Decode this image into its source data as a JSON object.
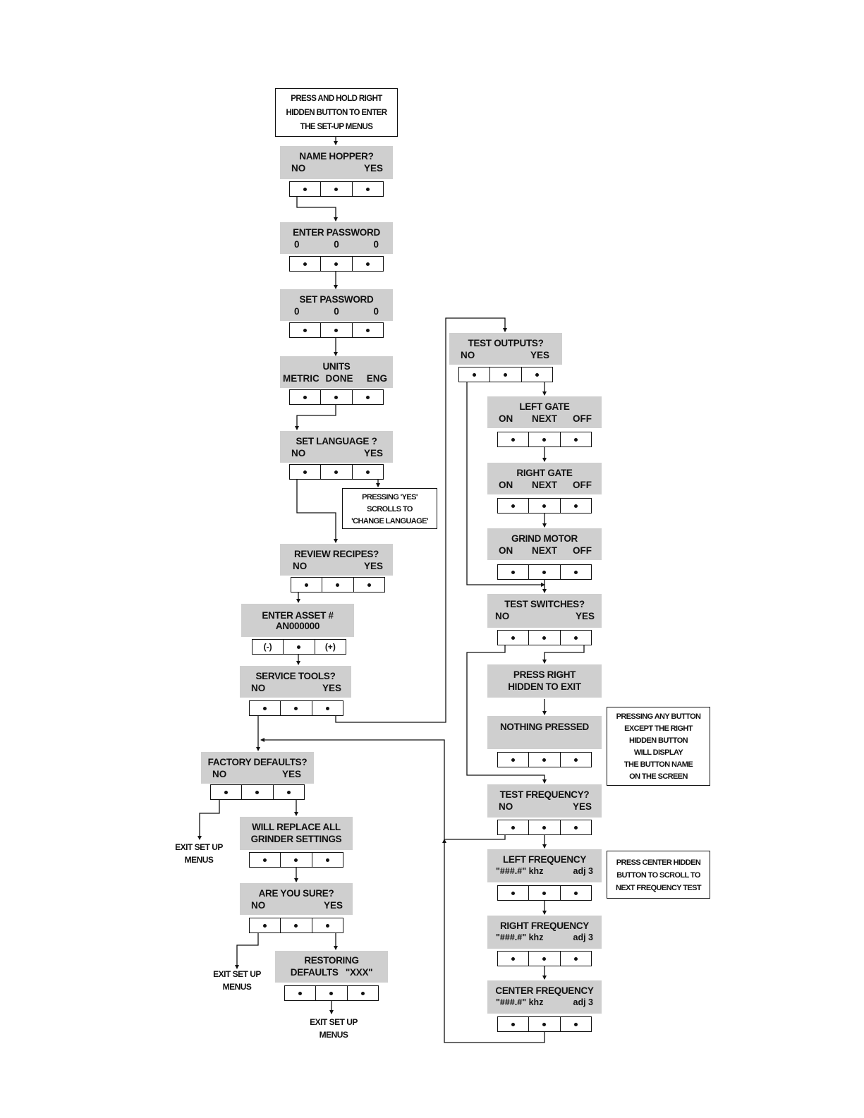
{
  "start_note": [
    "PRESS AND HOLD RIGHT",
    "HIDDEN BUTTON TO ENTER",
    "THE SET-UP MENUS"
  ],
  "screens": {
    "name_hopper": {
      "title": "NAME HOPPER?",
      "left": "NO",
      "right": "YES"
    },
    "enter_password": {
      "title": "ENTER PASSWORD",
      "left": "0",
      "center": "0",
      "right": "0"
    },
    "set_password": {
      "title": "SET PASSWORD",
      "left": "0",
      "center": "0",
      "right": "0"
    },
    "units": {
      "title": "UNITS",
      "left": "METRIC",
      "center": "DONE",
      "right": "ENG"
    },
    "set_language": {
      "title": "SET LANGUAGE ?",
      "left": "NO",
      "right": "YES"
    },
    "review_recipes": {
      "title": "REVIEW RECIPES?",
      "left": "NO",
      "right": "YES"
    },
    "enter_asset": {
      "title": "ENTER ASSET #",
      "line2": "AN000000"
    },
    "service_tools": {
      "title": "SERVICE TOOLS?",
      "left": "NO",
      "right": "YES"
    },
    "factory_defaults": {
      "title": "FACTORY DEFAULTS?",
      "left": "NO",
      "right": "YES"
    },
    "will_replace": {
      "title": "WILL REPLACE ALL",
      "line2": "GRINDER SETTINGS"
    },
    "are_you_sure": {
      "title": "ARE YOU SURE?",
      "left": "NO",
      "right": "YES"
    },
    "restoring": {
      "title": "RESTORING",
      "line2": "DEFAULTS   \"XXX\""
    },
    "test_outputs": {
      "title": "TEST OUTPUTS?",
      "left": "NO",
      "right": "YES"
    },
    "left_gate": {
      "title": "LEFT GATE",
      "left": "ON",
      "center": "NEXT",
      "right": "OFF"
    },
    "right_gate": {
      "title": "RIGHT GATE",
      "left": "ON",
      "center": "NEXT",
      "right": "OFF"
    },
    "grind_motor": {
      "title": "GRIND MOTOR",
      "left": "ON",
      "center": "NEXT",
      "right": "OFF"
    },
    "test_switches": {
      "title": "TEST SWITCHES?",
      "left": "NO",
      "right": "YES"
    },
    "press_right_hidden": {
      "title": "PRESS RIGHT",
      "line2": "HIDDEN TO EXIT"
    },
    "nothing_pressed": {
      "title": "NOTHING PRESSED"
    },
    "test_frequency": {
      "title": "TEST FREQUENCY?",
      "left": "NO",
      "right": "YES"
    },
    "left_frequency": {
      "title": "LEFT FREQUENCY",
      "left": "\"###.#\" khz",
      "right": "adj 3"
    },
    "right_frequency": {
      "title": "RIGHT FREQUENCY",
      "left": "\"###.#\" khz",
      "right": "adj 3"
    },
    "center_frequency": {
      "title": "CENTER FREQUENCY",
      "left": "\"###.#\" khz",
      "right": "adj 3"
    }
  },
  "asset_keys": {
    "minus": "(-)",
    "plus": "(+)"
  },
  "notes": {
    "language": [
      "PRESSING 'YES'",
      "SCROLLS TO",
      "'CHANGE LANGUAGE'"
    ],
    "any_button": [
      "PRESSING ANY BUTTON",
      "EXCEPT THE RIGHT",
      "HIDDEN BUTTON",
      "WILL DISPLAY",
      "THE BUTTON NAME",
      "ON THE SCREEN"
    ],
    "center_hidden": [
      "PRESS CENTER HIDDEN",
      "BUTTON TO SCROLL TO",
      "NEXT FREQUENCY TEST"
    ]
  },
  "exit_label": [
    "EXIT SET UP",
    "MENUS"
  ]
}
